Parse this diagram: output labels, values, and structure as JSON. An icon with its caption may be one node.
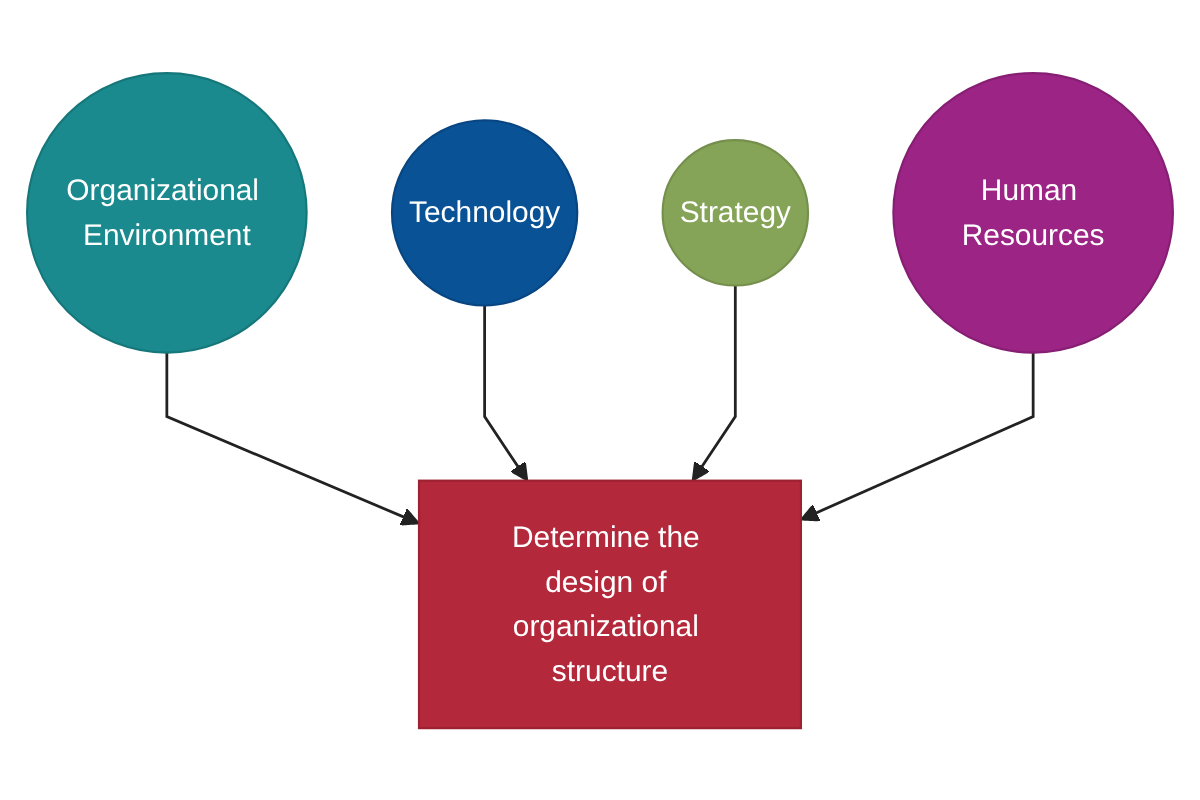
{
  "diagram": {
    "nodes": [
      {
        "text": [
          "Organizational Environment"
        ]
      },
      {
        "text": [
          "Technology"
        ]
      },
      {
        "text": [
          "Determine the design of organizational structure"
        ]
      },
      {
        "text": [
          "Strategy"
        ]
      },
      {
        "text": [
          "Human Resources"
        ]
      }
    ],
    "edges": [
      {
        "from": 0,
        "to": 2,
        "arrow": "to"
      },
      {
        "from": 1,
        "to": 2,
        "arrow": "to"
      },
      {
        "from": 3,
        "to": 2,
        "arrow": "to"
      },
      {
        "from": 4,
        "to": 2,
        "arrow": "to"
      }
    ]
  }
}
